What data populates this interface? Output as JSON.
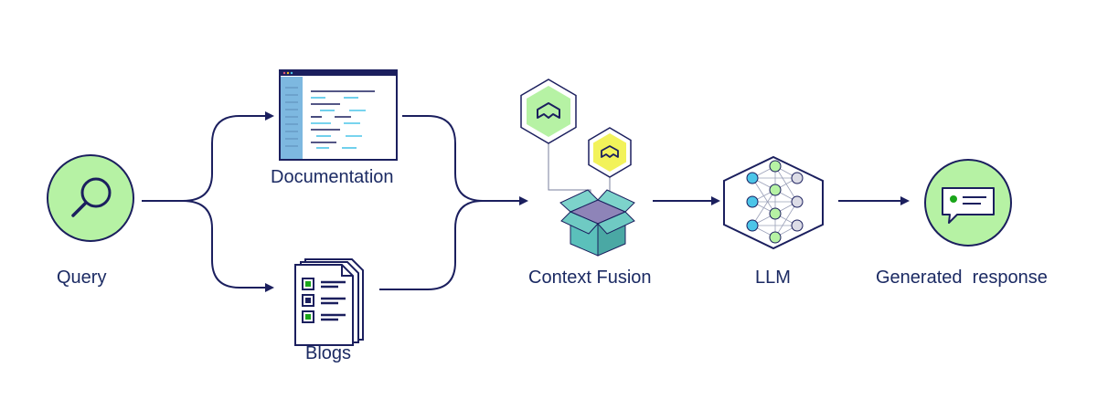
{
  "labels": {
    "query": "Query",
    "documentation": "Documentation",
    "blogs": "Blogs",
    "context_fusion": "Context Fusion",
    "llm": "LLM",
    "generated_response": "Generated  response"
  },
  "icons": {
    "query": "search-icon",
    "documentation": "document-window-icon",
    "blogs": "checklist-pages-icon",
    "context_fusion": "open-box-icon",
    "fusion_hex_large": "weaviate-logo-hex-icon",
    "fusion_hex_small": "weaviate-logo-hex-icon",
    "llm": "neural-network-hex-icon",
    "generated_response": "chat-bubble-icon"
  },
  "colors": {
    "navy": "#1b1f5e",
    "green_fill": "#b6f2a4",
    "yellow_fill": "#f2f25a",
    "cyan": "#4cc5e8",
    "teal": "#5bc0bb",
    "purple": "#8e84b8",
    "sidebar_blue": "#7db8e0",
    "green_dot": "#1aa51a",
    "gray_node": "#dcdce6"
  }
}
